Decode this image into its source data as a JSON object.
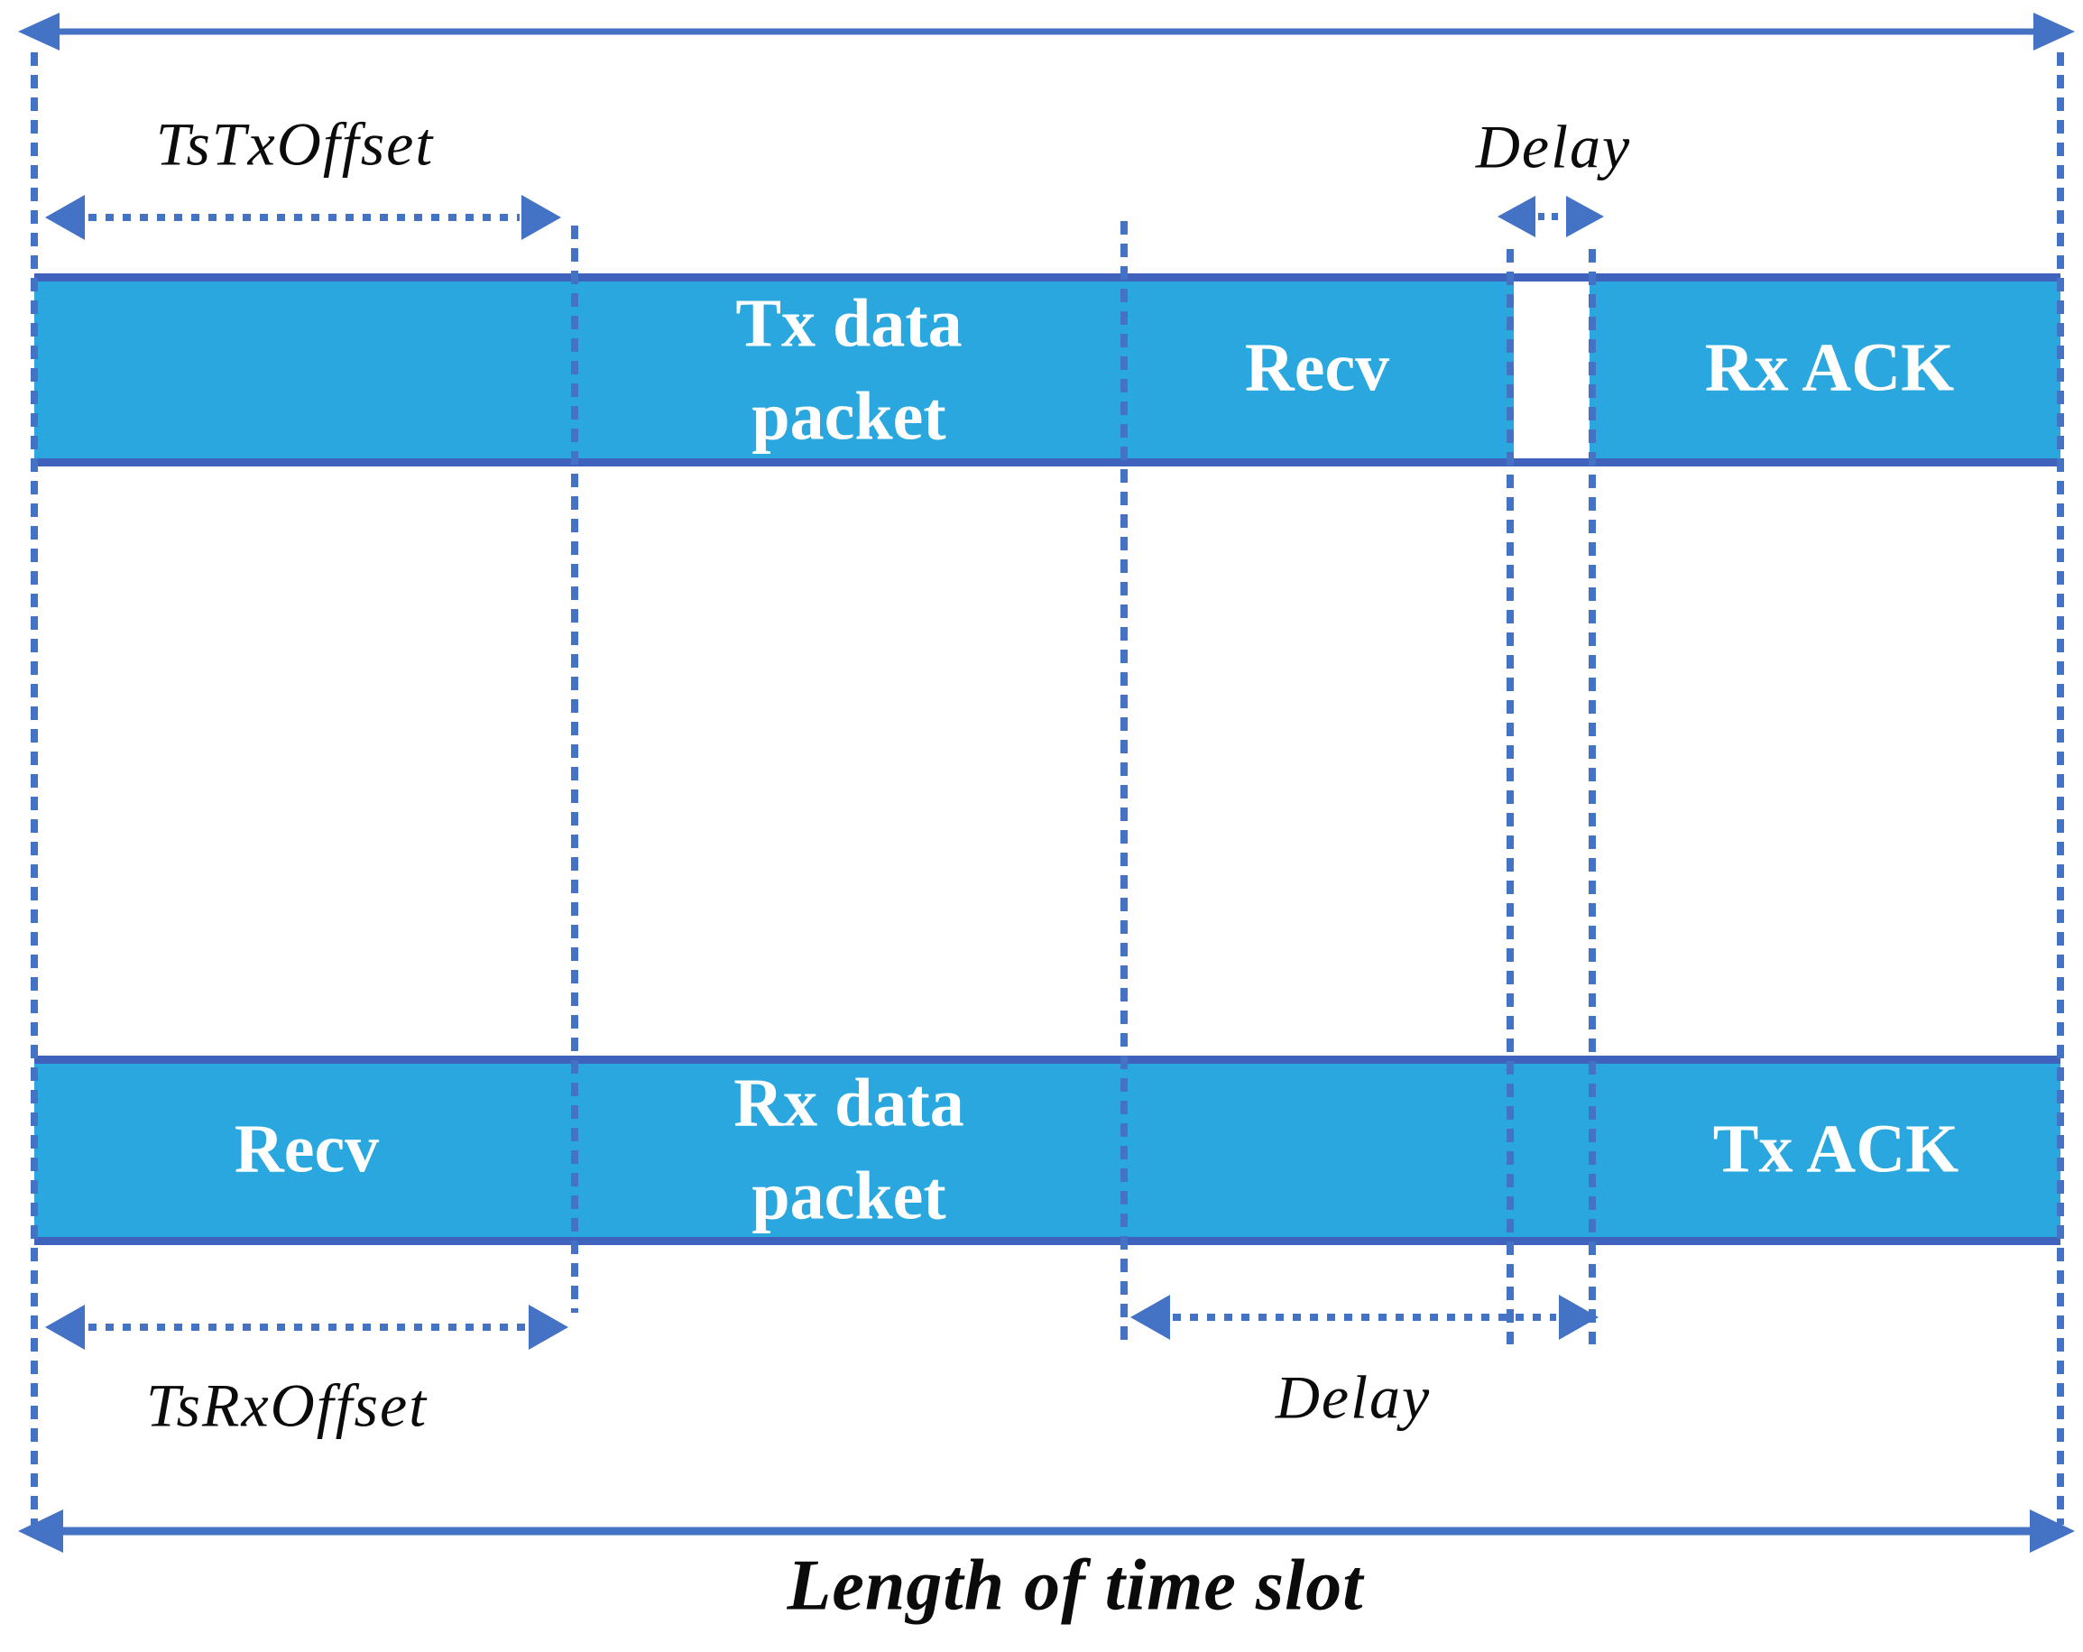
{
  "annotations": {
    "ts_tx_offset": "TsTxOffset",
    "delay_top": "Delay",
    "ts_rx_offset": "TsRxOffset",
    "delay_bottom": "Delay",
    "slot_length": "Length of time slot"
  },
  "timelines": {
    "sender": {
      "segments": [
        {
          "lines": [
            "Tx data",
            "packet"
          ]
        },
        {
          "label": "Recv"
        },
        {
          "label": "Rx ACK"
        }
      ]
    },
    "receiver": {
      "segments": [
        {
          "label": "Recv"
        },
        {
          "lines": [
            "Rx data",
            "packet"
          ]
        },
        {
          "label": "Tx ACK"
        }
      ]
    }
  },
  "colors": {
    "bar_fill": "#29A7DE",
    "bar_border": "#3F63BC",
    "line_blue": "#4472C4",
    "bar_text": "#FFFFFF",
    "annotation_text": "#0B0B0B"
  }
}
